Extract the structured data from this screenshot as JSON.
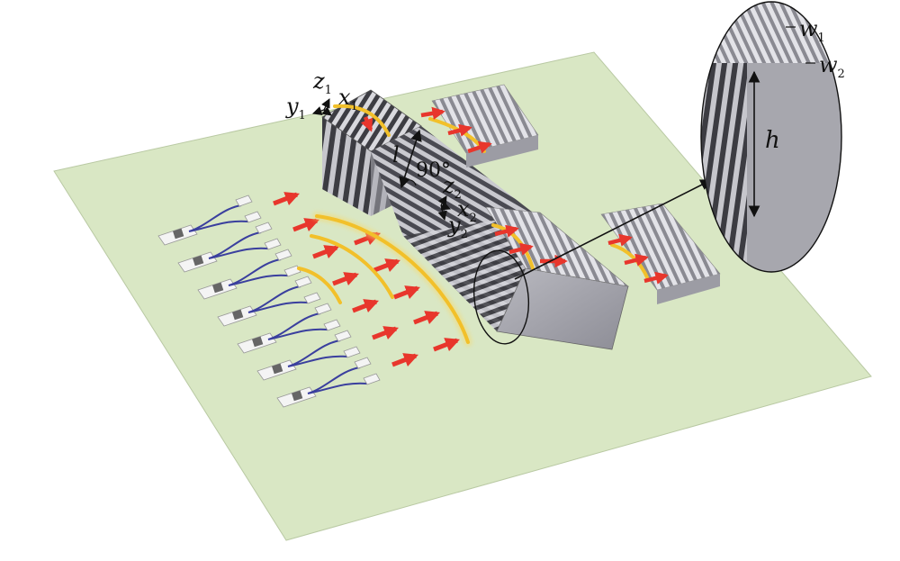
{
  "labels": {
    "z1": "z",
    "z1_sub": "1",
    "x1": "x",
    "x1_sub": "1",
    "y1": "y",
    "y1_sub": "1",
    "z2": "z",
    "z2_sub": "2",
    "x2": "x",
    "x2_sub": "2",
    "y2": "y",
    "y2_sub": "2",
    "l": "l",
    "angle": "90°",
    "w1": "w",
    "w1_sub": "1",
    "w2": "w",
    "w2_sub": "2",
    "h": "h"
  },
  "colors": {
    "substrate": "#d9e7c4",
    "substrate_edge": "#b9c9a3",
    "grating_dark": "#3f3f44",
    "grating_light": "#d7d7dc",
    "grating_side": "#9a9aa2",
    "beam_arrow": "#e8362c",
    "beam_arc": "#f2c02a",
    "fiber_blue": "#3a3f9e",
    "pad": "#f2f2f2",
    "chip": "#6a6a6a"
  }
}
